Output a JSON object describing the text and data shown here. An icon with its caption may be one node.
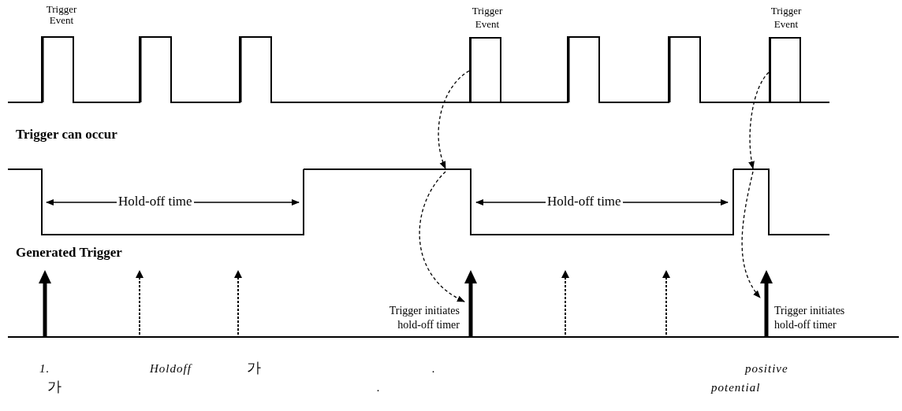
{
  "diagram": {
    "nodes": [
      {
        "text": [],
        "shape": "bar",
        "beside": [
          "Trigger Event"
        ]
      },
      {
        "text": [],
        "shape": "bar",
        "beside": [
          "Trigger Event"
        ]
      },
      {
        "text": [],
        "shape": "bar"
      },
      {
        "text": [],
        "shape": "bar"
      },
      {
        "text": [],
        "shape": "arrow"
      },
      {
        "text": [],
        "shape": "arrow",
        "beside": [
          "Trigger initiates hold-off timer"
        ]
      },
      {
        "text": [],
        "shape": "arrow",
        "beside": [
          "Trigger initiates hold-off timer"
        ]
      }
    ],
    "edges": [
      {
        "from": 0,
        "to": 2,
        "arrow": "to",
        "style": "dashed"
      },
      {
        "from": 2,
        "to": 5,
        "arrow": "to",
        "style": "dashed"
      },
      {
        "from": 1,
        "to": 3,
        "arrow": "to",
        "style": "dashed"
      },
      {
        "from": 3,
        "to": 6,
        "arrow": "to",
        "style": "dashed"
      }
    ],
    "labels": [
      "Trigger Event",
      "Trigger can occur",
      "Hold-off time",
      "Hold-off time",
      "Generated Trigger",
      "1.",
      "Holdoff",
      "가",
      ".",
      "positive",
      "가",
      ".",
      "potential"
    ]
  }
}
